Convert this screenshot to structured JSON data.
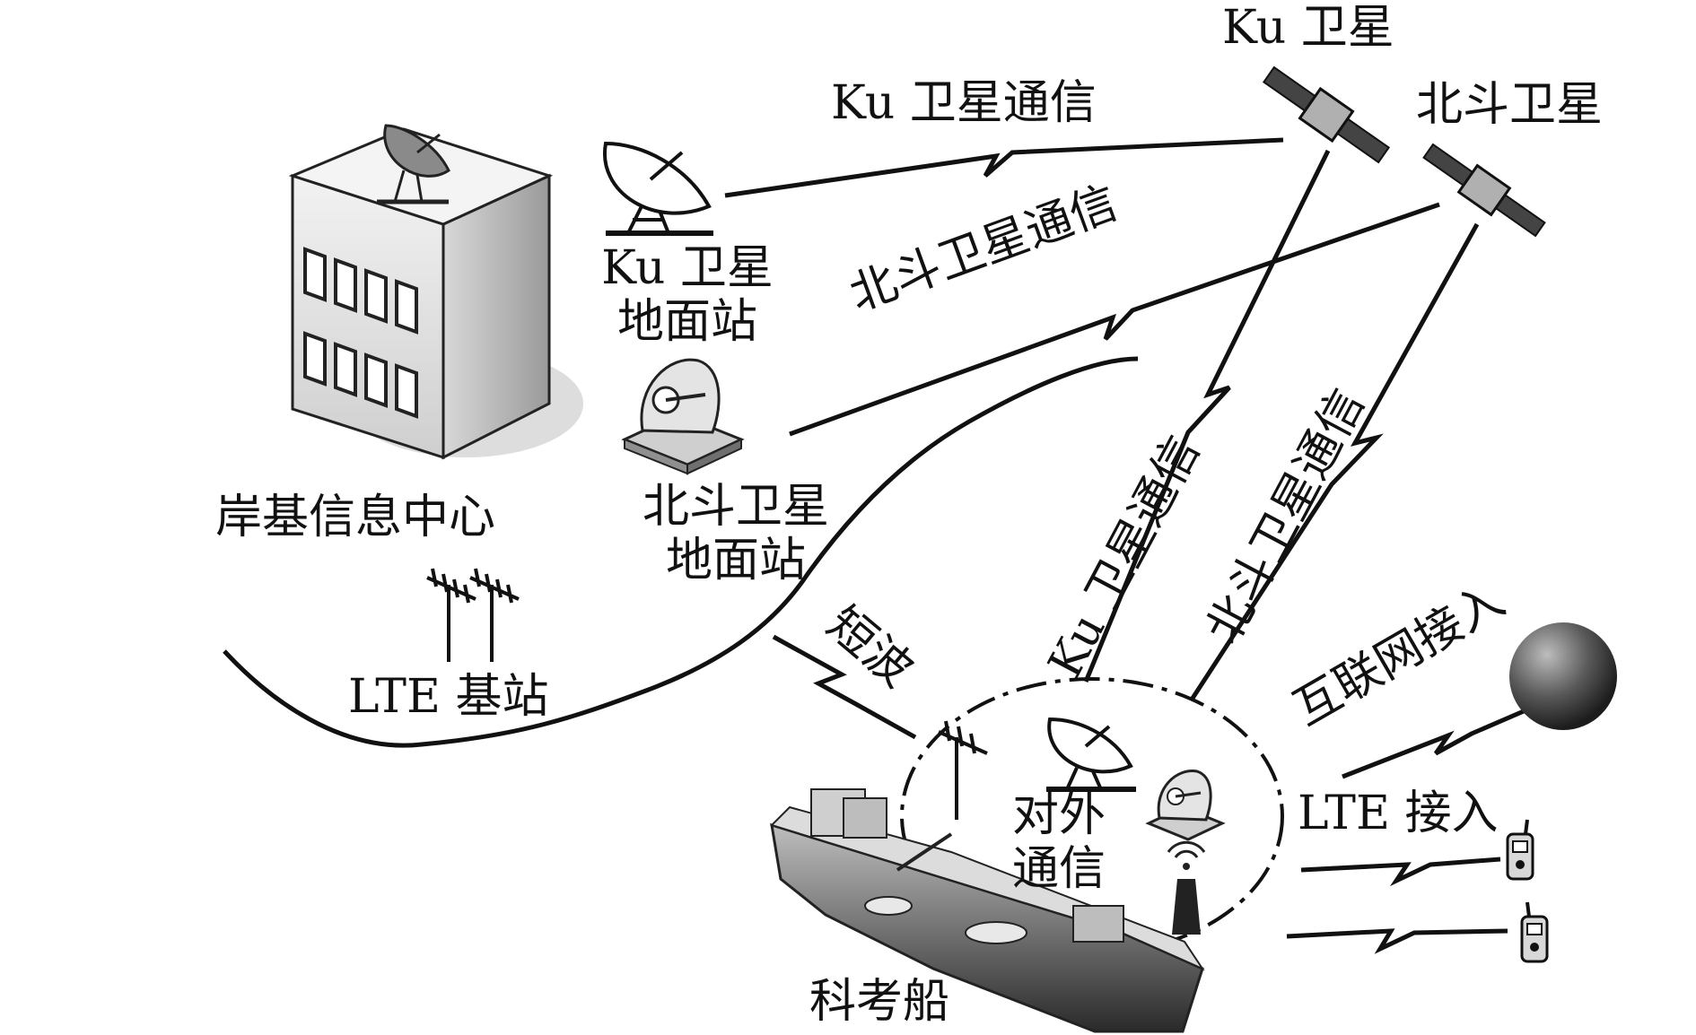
{
  "labels": {
    "ku_satellite": "Ku 卫星",
    "beidou_satellite": "北斗卫星",
    "ku_satcom": "Ku 卫星通信",
    "beidou_satcom": "北斗卫星通信",
    "ku_ground_line1": "Ku 卫星",
    "ku_ground_line2": "地面站",
    "beidou_ground_line1": "北斗卫星",
    "beidou_ground_line2": "地面站",
    "shore_center": "岸基信息中心",
    "lte_base": "LTE 基站",
    "shortwave": "短波",
    "ku_satcom_vertical": "Ku 卫星通信",
    "beidou_satcom_vertical": "北斗卫星通信",
    "internet_access": "互联网接入",
    "lte_access": "LTE 接入",
    "external_comm_line1": "对外",
    "external_comm_line2": "通信",
    "research_ship": "科考船"
  },
  "icons": {
    "building": "office-building-icon",
    "ku_dish": "satellite-dish-icon",
    "beidou_terminal": "beidou-terminal-icon",
    "satellite": "satellite-icon",
    "antenna": "yagi-antenna-icon",
    "globe": "globe-icon",
    "handheld": "handheld-radio-icon",
    "ship": "ship-icon",
    "tower": "radio-tower-icon"
  },
  "colors": {
    "line": "#111111",
    "building_light": "#e9e9e9",
    "building_side": "#b8b8b8",
    "shadow": "#c9c9c9"
  }
}
